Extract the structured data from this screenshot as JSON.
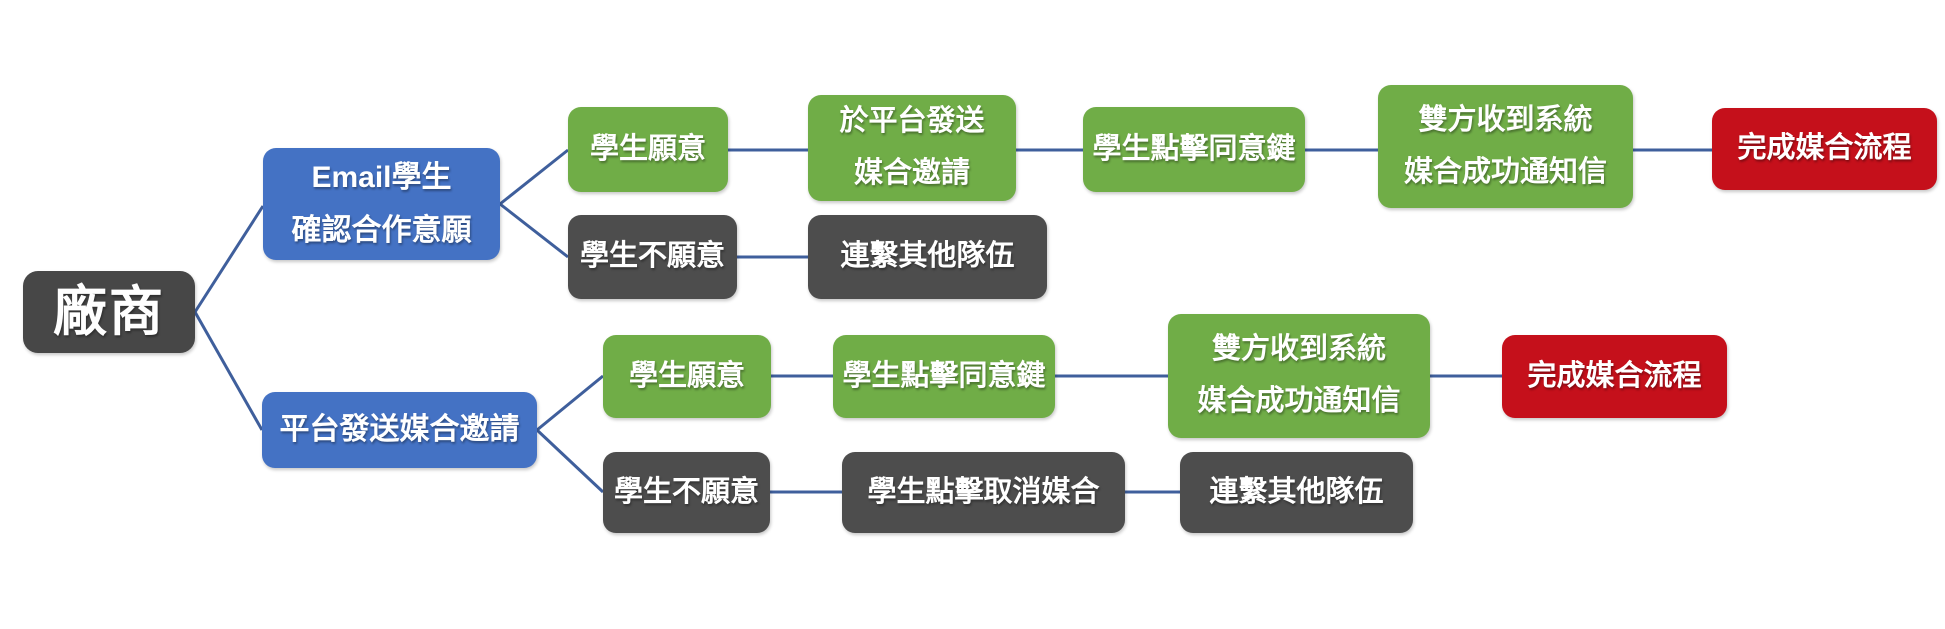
{
  "diagram": {
    "type": "flowchart-tree",
    "orientation": "left-to-right",
    "colors": {
      "background": "#FFFFFF",
      "root_box": "#474747",
      "branch_box": "#4472C4",
      "positive_box": "#70AD47",
      "negative_box": "#4D4D4D",
      "end_box": "#C5101B",
      "connector_line": "#3F5F9C",
      "text": "#FFFFFF"
    }
  },
  "nodes": {
    "root": {
      "label": "廠商"
    },
    "email": {
      "line1": "Email學生",
      "line2": "確認合作意願"
    },
    "invite": {
      "label": "平台發送媒合邀請"
    },
    "t_yes": {
      "label": "學生願意"
    },
    "t_send": {
      "line1": "於平台發送",
      "line2": "媒合邀請"
    },
    "t_agree": {
      "label": "學生點擊同意鍵"
    },
    "t_notify": {
      "line1": "雙方收到系統",
      "line2": "媒合成功通知信"
    },
    "t_done": {
      "label": "完成媒合流程"
    },
    "t_no": {
      "label": "學生不願意"
    },
    "t_contact": {
      "label": "連繫其他隊伍"
    },
    "b_yes": {
      "label": "學生願意"
    },
    "b_agree": {
      "label": "學生點擊同意鍵"
    },
    "b_notify": {
      "line1": "雙方收到系統",
      "line2": "媒合成功通知信"
    },
    "b_done": {
      "label": "完成媒合流程"
    },
    "b_no": {
      "label": "學生不願意"
    },
    "b_cancel": {
      "label": "學生點擊取消媒合"
    },
    "b_contact": {
      "label": "連繫其他隊伍"
    }
  }
}
